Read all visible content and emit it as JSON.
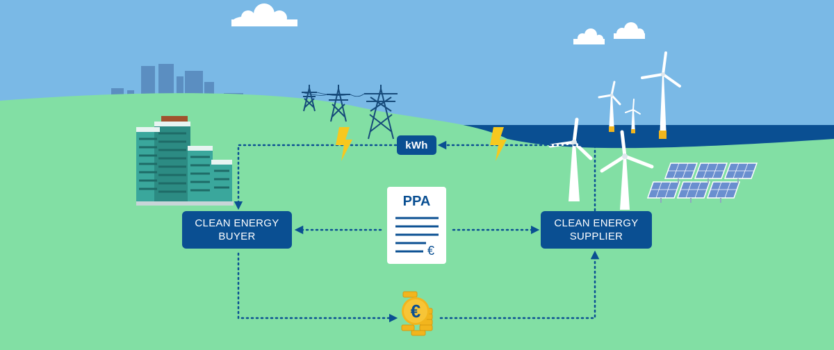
{
  "nodes": {
    "buyer": {
      "line1": "CLEAN ENERGY",
      "line2": "BUYER"
    },
    "supplier": {
      "line1": "CLEAN ENERGY",
      "line2": "SUPPLIER"
    },
    "kwh": "kWh",
    "ppa": {
      "title": "PPA",
      "currency": "€"
    }
  },
  "coin_symbol": "€",
  "colors": {
    "sky": "#7ab9e6",
    "grass": "#82dfa4",
    "sea": "#0a4f92",
    "box": "#0a4f92",
    "arrow": "#0a4f92",
    "lightning": "#f7c81e",
    "coin": "#f2b51d",
    "building": "#3aa79c",
    "pylon": "#164a7a",
    "city_silhouette": "#5b8ec1"
  }
}
